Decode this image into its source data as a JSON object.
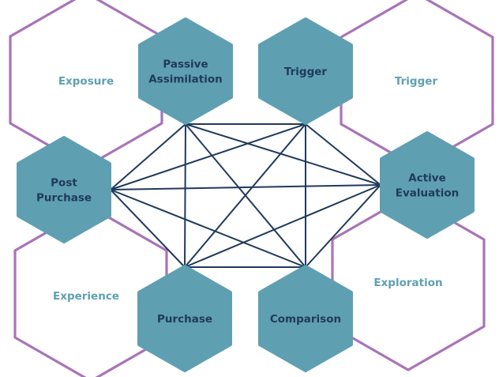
{
  "diagram": {
    "phases": [
      {
        "id": "exposure",
        "label": "Exposure"
      },
      {
        "id": "trigger-phase",
        "label": "Trigger"
      },
      {
        "id": "exploration",
        "label": "Exploration"
      },
      {
        "id": "experience",
        "label": "Experience"
      }
    ],
    "nodes": [
      {
        "id": "passive-assimilation",
        "lines": [
          "Passive",
          "Assimilation"
        ]
      },
      {
        "id": "trigger",
        "lines": [
          "Trigger"
        ]
      },
      {
        "id": "active-evaluation",
        "lines": [
          "Active",
          "Evaluation"
        ]
      },
      {
        "id": "comparison",
        "lines": [
          "Comparison"
        ]
      },
      {
        "id": "purchase",
        "lines": [
          "Purchase"
        ]
      },
      {
        "id": "post-purchase",
        "lines": [
          "Post",
          "Purchase"
        ]
      }
    ],
    "connections": "all-pairs",
    "colors": {
      "node_fill": "#5f9fb2",
      "node_text": "#1f3a5c",
      "phase_outline": "#a874b8",
      "phase_text": "#5fa0b2",
      "edge": "#1f3a5c"
    }
  }
}
